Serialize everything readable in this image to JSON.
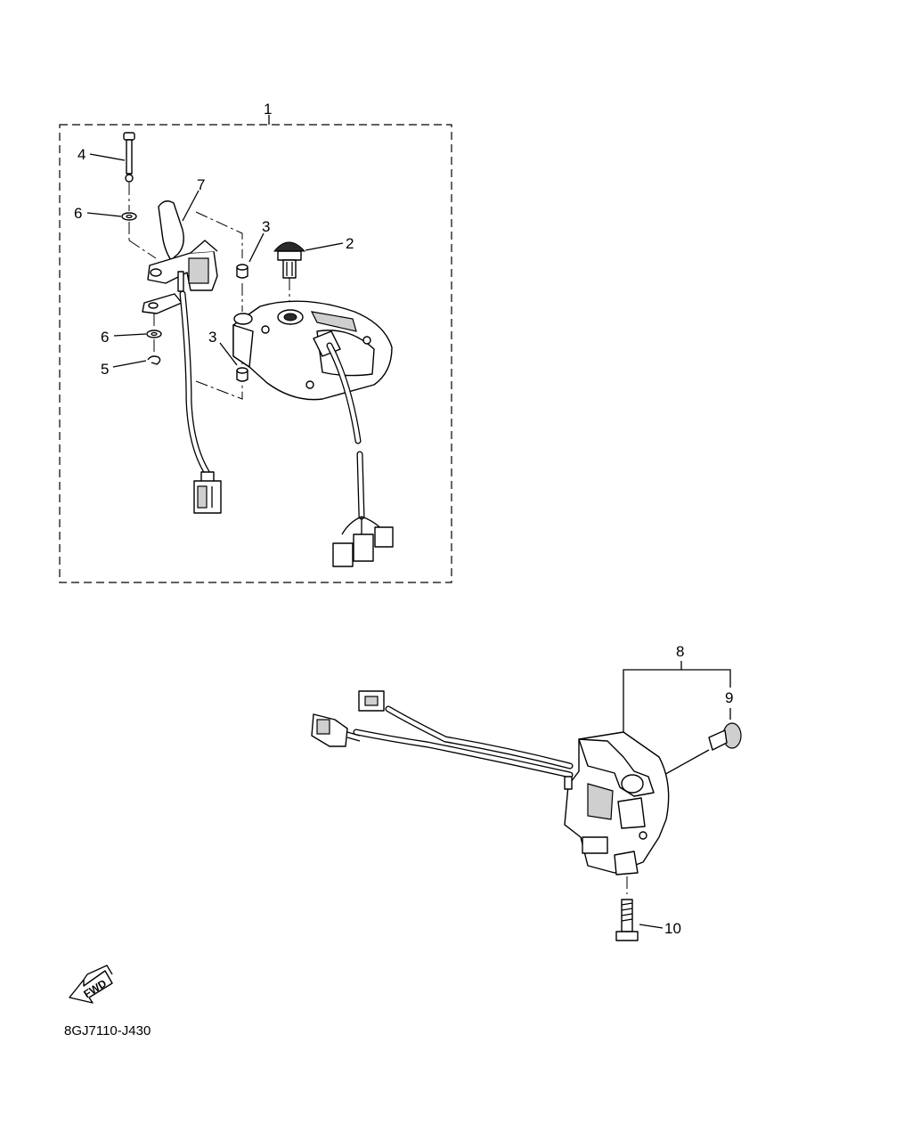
{
  "callouts": {
    "c1": "1",
    "c2": "2",
    "c3a": "3",
    "c3b": "3",
    "c4": "4",
    "c5": "5",
    "c6a": "6",
    "c6b": "6",
    "c7": "7",
    "c8": "8",
    "c9": "9",
    "c10": "10"
  },
  "fwd_label": "FWD",
  "diagram_code": "8GJ7110-J430",
  "icons": {
    "forward_arrow": "fwd-arrow-icon"
  }
}
